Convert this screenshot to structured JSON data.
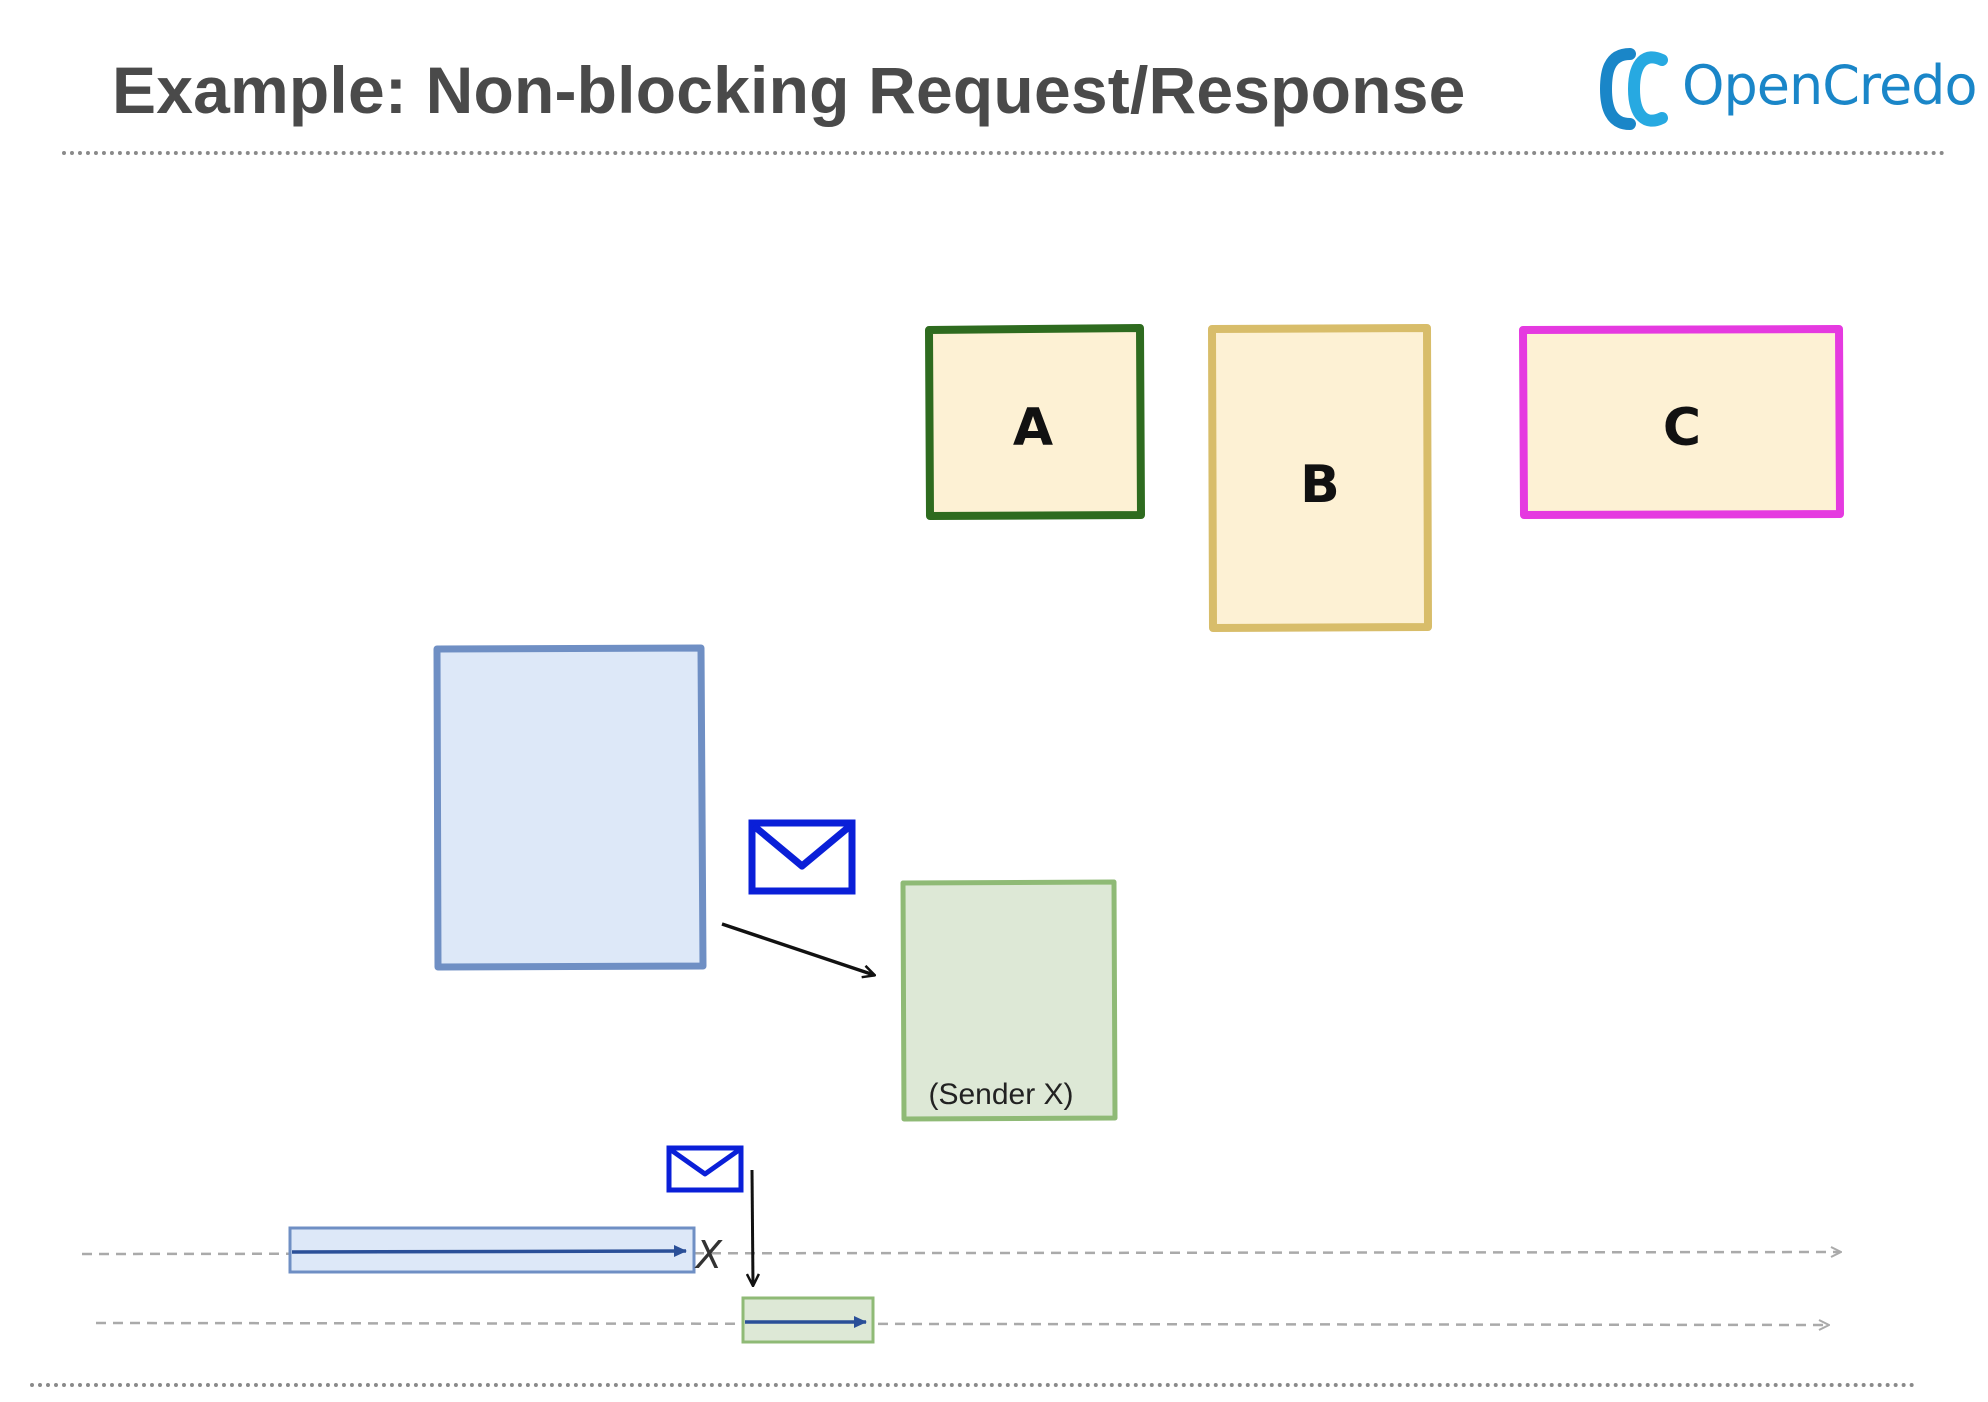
{
  "slide": {
    "title": "Example: Non-blocking Request/Response"
  },
  "logo": {
    "text": "OpenCredo",
    "color": "#1a86c8"
  },
  "diagram": {
    "box_a": {
      "label": "A",
      "border_color": "#2e6b1f",
      "fill_color": "#fdf1d4"
    },
    "box_b": {
      "label": "B",
      "border_color": "#d8bd6a",
      "fill_color": "#fdf1d4"
    },
    "box_c": {
      "label": "C",
      "border_color": "#e53ae0",
      "fill_color": "#fdf1d4"
    },
    "caller_box": {
      "border_color": "#6f8fc4",
      "fill_color": "#dde8f8"
    },
    "sender_box": {
      "label": "(Sender X)",
      "border_color": "#8fba76",
      "fill_color": "#dde8d6"
    },
    "message_icon_color": "#0a1fd8",
    "cancel_mark": "X"
  }
}
